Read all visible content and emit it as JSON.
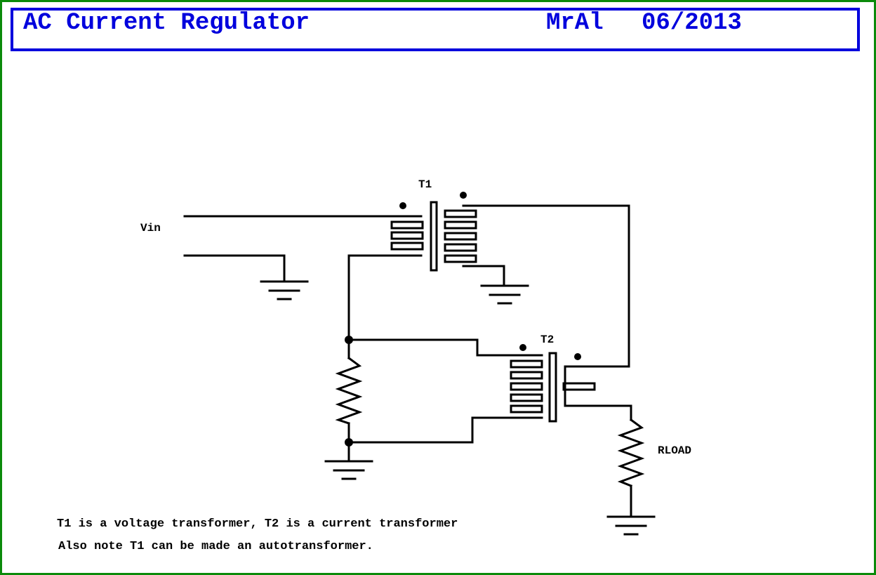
{
  "header": {
    "title": "AC Current Regulator",
    "author": "MrAl",
    "date": "06/2013"
  },
  "labels": {
    "vin": "Vin",
    "t1": "T1",
    "t2": "T2",
    "rload": "RLOAD"
  },
  "notes": [
    "T1 is a voltage transformer, T2 is a current transformer",
    "Also note T1 can be made an autotransformer."
  ],
  "colors": {
    "frame": "#0a8a0a",
    "title": "#0000dd",
    "wire": "#000000"
  }
}
